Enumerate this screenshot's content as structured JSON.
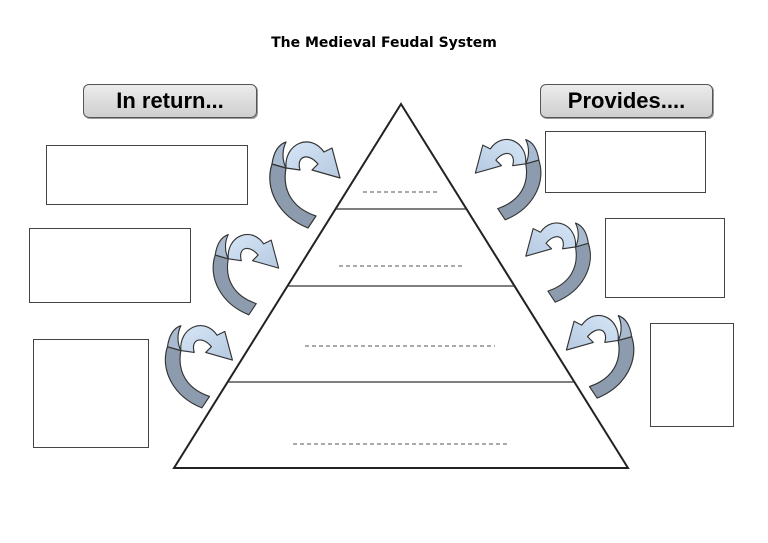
{
  "title": "The Medieval Feudal System",
  "labels": {
    "left": "In return...",
    "right": "Provides...."
  },
  "colors": {
    "arrow_light": "#c5d8ee",
    "arrow_dark": "#8c9cae",
    "outline": "#222222"
  },
  "icons": [
    "curved-arrow-icon"
  ],
  "pyramid_levels": [
    {
      "level": 1,
      "answer": ""
    },
    {
      "level": 2,
      "answer": ""
    },
    {
      "level": 3,
      "answer": ""
    },
    {
      "level": 4,
      "answer": ""
    }
  ],
  "left_boxes": [
    {
      "answer": ""
    },
    {
      "answer": ""
    },
    {
      "answer": ""
    }
  ],
  "right_boxes": [
    {
      "answer": ""
    },
    {
      "answer": ""
    },
    {
      "answer": ""
    }
  ]
}
